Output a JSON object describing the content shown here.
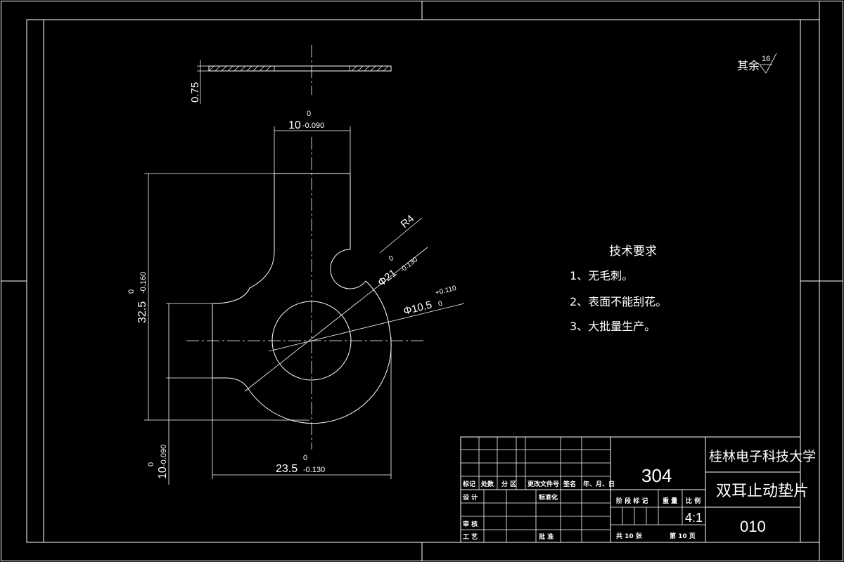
{
  "drawing": {
    "thickness_dim": "0.75",
    "width_dim": {
      "nominal": "10",
      "upper": "0",
      "lower": "-0.090"
    },
    "height_dim": {
      "nominal": "32.5",
      "upper": "0",
      "lower": "-0.160"
    },
    "lug_dim": {
      "nominal": "10",
      "upper": "0",
      "lower": "-0.090"
    },
    "length_dim": {
      "nominal": "23.5",
      "upper": "0",
      "lower": "-0.130"
    },
    "radius_dim": "R4",
    "outer_dia_dim": {
      "nominal": "Φ21",
      "upper": "0",
      "lower": "-0.130"
    },
    "hole_dia_dim": {
      "nominal": "Φ10.5",
      "upper": "+0.110",
      "lower": "0"
    },
    "roughness": {
      "label": "其余",
      "value": "16"
    }
  },
  "tech_requirements": {
    "title": "技术要求",
    "items": [
      "1、无毛刺。",
      "2、表面不能刮花。",
      "3、大批量生产。"
    ]
  },
  "title_block": {
    "school": "桂林电子科技大学",
    "part_name": "双耳止动垫片",
    "material": "304",
    "drawing_no": "010",
    "scale": "4:1",
    "headers": {
      "mark": "标记",
      "count": "处数",
      "zone": "分 区",
      "change_doc": "更改文件号",
      "signature": "签名",
      "date": "年、月、日",
      "design": "设 计",
      "standardize": "标准化",
      "review": "审 核",
      "process": "工 艺",
      "approve": "批 准",
      "stage_mark": "阶 段 标 记",
      "weight": "重 量",
      "scale_label": "比 例",
      "total_sheets": "共 10 张",
      "sheet_no": "第 10 页"
    }
  }
}
